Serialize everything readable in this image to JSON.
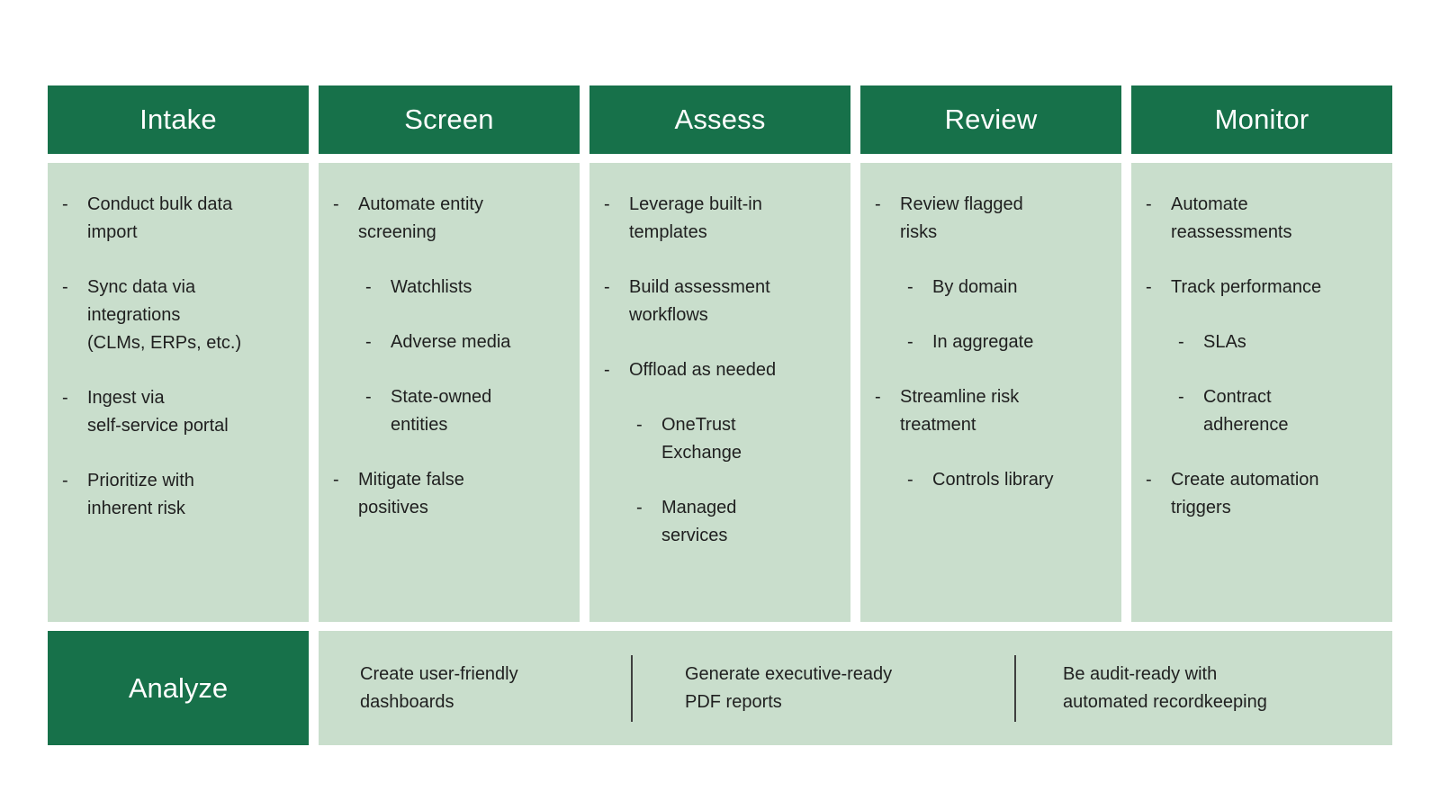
{
  "colors": {
    "header_bg": "#17714A",
    "panel_bg": "#C9DECC",
    "header_text": "#FFFFFF",
    "body_text": "#1F1F1F",
    "page_bg": "#FFFFFF",
    "divider": "#3F3F3F"
  },
  "bullet_char": "-",
  "columns": [
    {
      "title": "Intake",
      "items": [
        {
          "level": 1,
          "text": "Conduct bulk data\nimport"
        },
        {
          "level": 1,
          "text": "Sync data via\nintegrations\n(CLMs, ERPs, etc.)"
        },
        {
          "level": 1,
          "text": "Ingest via\nself-service portal"
        },
        {
          "level": 1,
          "text": "Prioritize with\ninherent risk"
        }
      ]
    },
    {
      "title": "Screen",
      "items": [
        {
          "level": 1,
          "text": "Automate entity\nscreening"
        },
        {
          "level": 2,
          "text": "Watchlists"
        },
        {
          "level": 2,
          "text": "Adverse media"
        },
        {
          "level": 2,
          "text": "State-owned\nentities"
        },
        {
          "level": 1,
          "text": "Mitigate false\npositives"
        }
      ]
    },
    {
      "title": "Assess",
      "items": [
        {
          "level": 1,
          "text": "Leverage built-in\ntemplates"
        },
        {
          "level": 1,
          "text": "Build assessment\nworkflows"
        },
        {
          "level": 1,
          "text": "Offload as needed"
        },
        {
          "level": 2,
          "text": "OneTrust\nExchange"
        },
        {
          "level": 2,
          "text": "Managed\nservices"
        }
      ]
    },
    {
      "title": "Review",
      "items": [
        {
          "level": 1,
          "text": "Review flagged\nrisks"
        },
        {
          "level": 2,
          "text": "By domain"
        },
        {
          "level": 2,
          "text": "In aggregate"
        },
        {
          "level": 1,
          "text": "Streamline risk\ntreatment"
        },
        {
          "level": 2,
          "text": "Controls library"
        }
      ]
    },
    {
      "title": "Monitor",
      "items": [
        {
          "level": 1,
          "text": "Automate\nreassessments"
        },
        {
          "level": 1,
          "text": "Track performance"
        },
        {
          "level": 2,
          "text": "SLAs"
        },
        {
          "level": 2,
          "text": "Contract\nadherence"
        },
        {
          "level": 1,
          "text": "Create automation\ntriggers"
        }
      ]
    }
  ],
  "bottom_row": {
    "title": "Analyze",
    "segments": [
      {
        "text": "Create user-friendly\ndashboards"
      },
      {
        "text": "Generate executive-ready\nPDF reports"
      },
      {
        "text": "Be audit-ready with\nautomated recordkeeping"
      }
    ]
  }
}
